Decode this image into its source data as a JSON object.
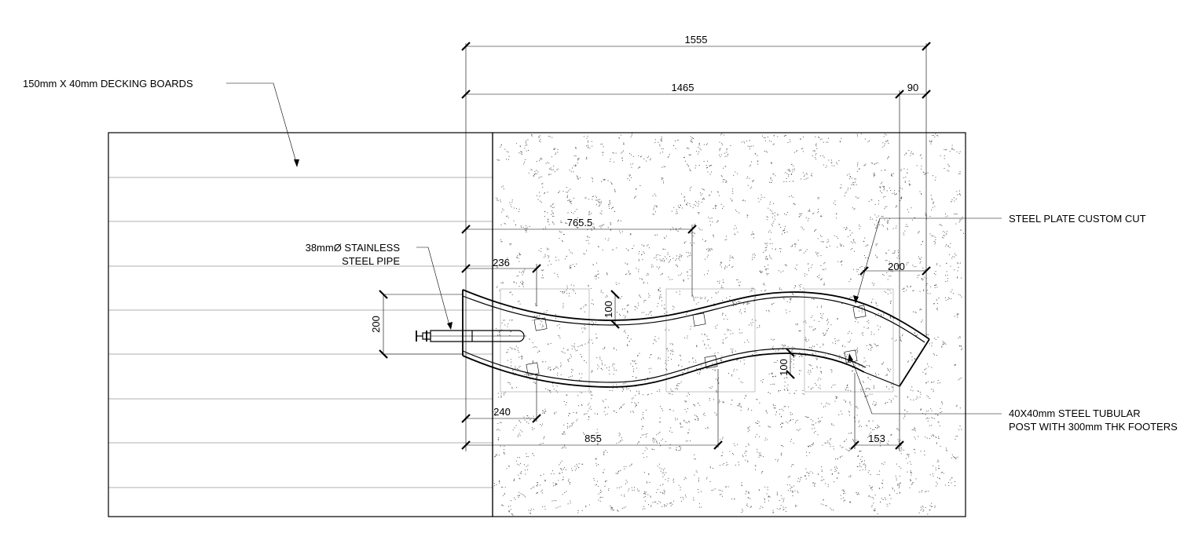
{
  "labels": {
    "decking": "150mm X 40mm DECKING BOARDS",
    "pipe_line1": "38mmØ STAINLESS",
    "pipe_line2": "STEEL PIPE",
    "plate": "STEEL PLATE CUSTOM CUT",
    "post_line1": "40X40mm STEEL TUBULAR",
    "post_line2": "POST WITH 300mm THK FOOTERS"
  },
  "dimensions": {
    "overall": "1555",
    "main": "1465",
    "end": "90",
    "upper_span": "765.5",
    "left_upper": "236",
    "right_upper": "200",
    "pipe_offset": "200",
    "plate_width_left": "100",
    "plate_width_right": "100",
    "left_lower": "240",
    "lower_span": "855",
    "right_lower": "153"
  }
}
